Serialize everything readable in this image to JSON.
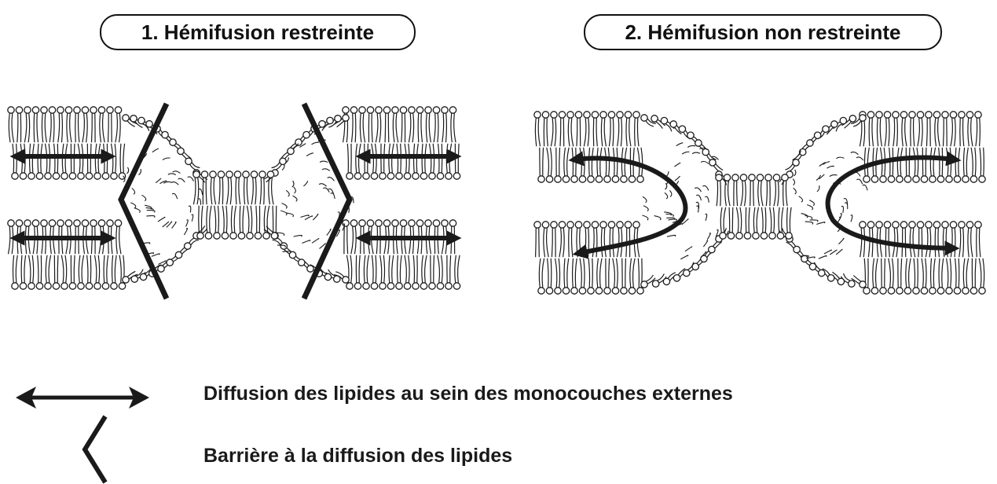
{
  "panels": [
    {
      "title": "1. Hémifusion restreinte",
      "variant": "restreinte"
    },
    {
      "title": "2. Hémifusion non restreinte",
      "variant": "non-restreinte"
    }
  ],
  "legend": {
    "arrow_text": "Diffusion des lipides au sein des monocouches externes",
    "barrier_text": "Barrière à la diffusion des lipides"
  },
  "colors": {
    "ink": "#1a1a1a",
    "background": "#ffffff"
  }
}
